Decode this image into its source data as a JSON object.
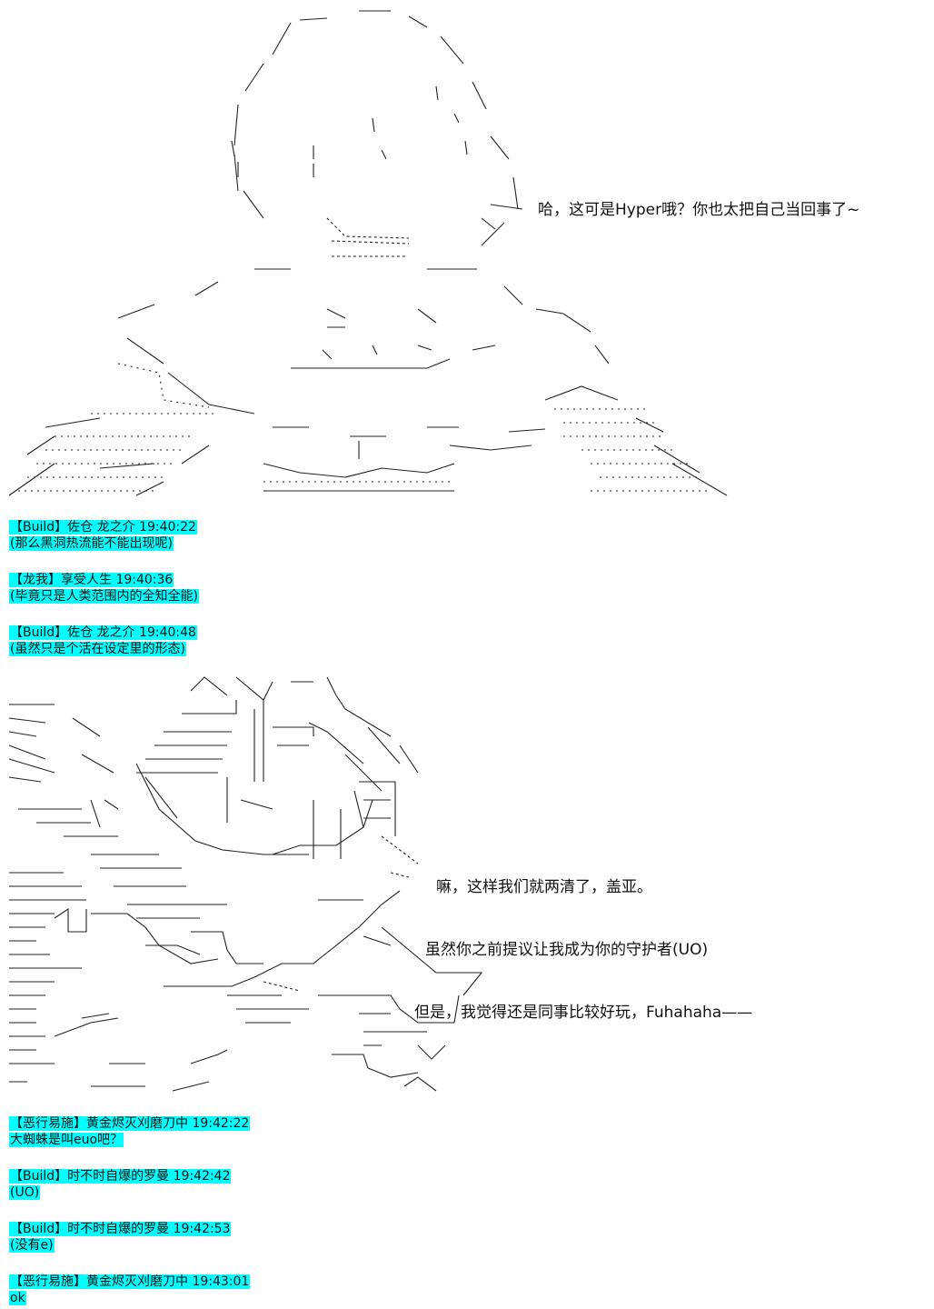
{
  "scene1": {
    "dialog": "哈，这可是Hyper哦？你也太把自己当回事了~"
  },
  "chat1": [
    {
      "header": "【Build】佐仓 龙之介 19:40:22",
      "body": "(那么黑洞热流能不能出现呢)"
    },
    {
      "header": "【龙我】享受人生 19:40:36",
      "body": "(毕竟只是人类范围内的全知全能)"
    },
    {
      "header": "【Build】佐仓 龙之介 19:40:48",
      "body": "(虽然只是个活在设定里的形态)"
    }
  ],
  "scene2": {
    "dialog": [
      "嘛，这样我们就两清了，盖亚。",
      "虽然你之前提议让我成为你的守护者(UO)",
      "但是，我觉得还是同事比较好玩，Fuhahaha——"
    ]
  },
  "chat2": [
    {
      "header": "【恶行易施】黄金烬灭刈磨刀中 19:42:22",
      "body": "大蜘蛛是叫euo吧？"
    },
    {
      "header": "【Build】时不时自爆的罗曼 19:42:42",
      "body": "(UO)"
    },
    {
      "header": "【Build】时不时自爆的罗曼 19:42:53",
      "body": "(没有e)"
    },
    {
      "header": "【恶行易施】黄金烬灭刈磨刀中 19:43:01",
      "body": "ok"
    }
  ]
}
